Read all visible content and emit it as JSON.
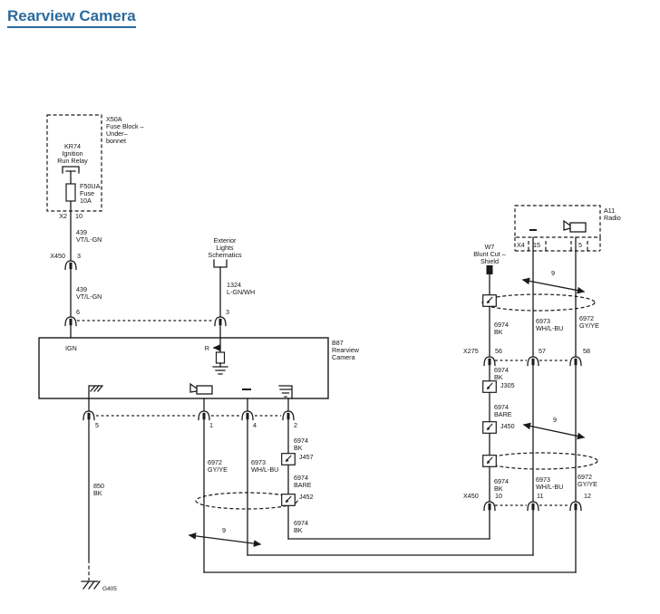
{
  "title": "Rearview Camera",
  "colors": {
    "title": "#2b6a9e",
    "line": "#1a1a1a",
    "background": "#ffffff"
  },
  "fuse_block": {
    "name": [
      "X50A",
      "Fuse Block –",
      "Under–",
      "bonnet"
    ],
    "relay": [
      "KR74",
      "Ignition",
      "Run Relay"
    ],
    "fuse": [
      "F50UA",
      "Fuse",
      "10A"
    ]
  },
  "camera": {
    "ref": [
      "B87",
      "Rearview",
      "Camera"
    ],
    "pin_ign": "IGN",
    "pin_r": "R",
    "top_pins": [
      "6",
      "3"
    ],
    "bottom_pins": [
      "5",
      "1",
      "4",
      "2"
    ]
  },
  "radio": {
    "ref": [
      "A11",
      "Radio"
    ]
  },
  "ext_lights": {
    "ref": [
      "Exterior",
      "Lights",
      "Schematics"
    ]
  },
  "blunt_cut": {
    "ref": [
      "W7",
      "Blunt Cut –",
      "Shield"
    ]
  },
  "connectors": {
    "x2": {
      "name": "X2",
      "pin": "10"
    },
    "x450_inline": {
      "name": "X450",
      "pin": "3"
    },
    "x4": {
      "name": "X4",
      "pins": [
        "15",
        "5"
      ]
    },
    "x275": {
      "name": "X275",
      "pins": [
        "56",
        "57",
        "58"
      ]
    },
    "x450": {
      "name": "X450",
      "pins": [
        "10",
        "11",
        "12"
      ]
    }
  },
  "wires": {
    "ign_feed": [
      "439",
      "VT/L-GN"
    ],
    "reverse": [
      "1324",
      "L-GN/WH"
    ],
    "ground": [
      "850",
      "BK"
    ],
    "video_plus": [
      "6972",
      "GY/YE"
    ],
    "video_minus": [
      "6973",
      "WH/L-BU"
    ],
    "shield_bk": [
      "6974",
      "BK"
    ],
    "shield_bare": [
      "6974",
      "BARE"
    ]
  },
  "splices": {
    "j457": "J457",
    "j452": "J452",
    "j305": "J305",
    "j450": "J450"
  },
  "grounds": {
    "g405": "G405"
  },
  "notes": {
    "twisted_pair": "9"
  }
}
